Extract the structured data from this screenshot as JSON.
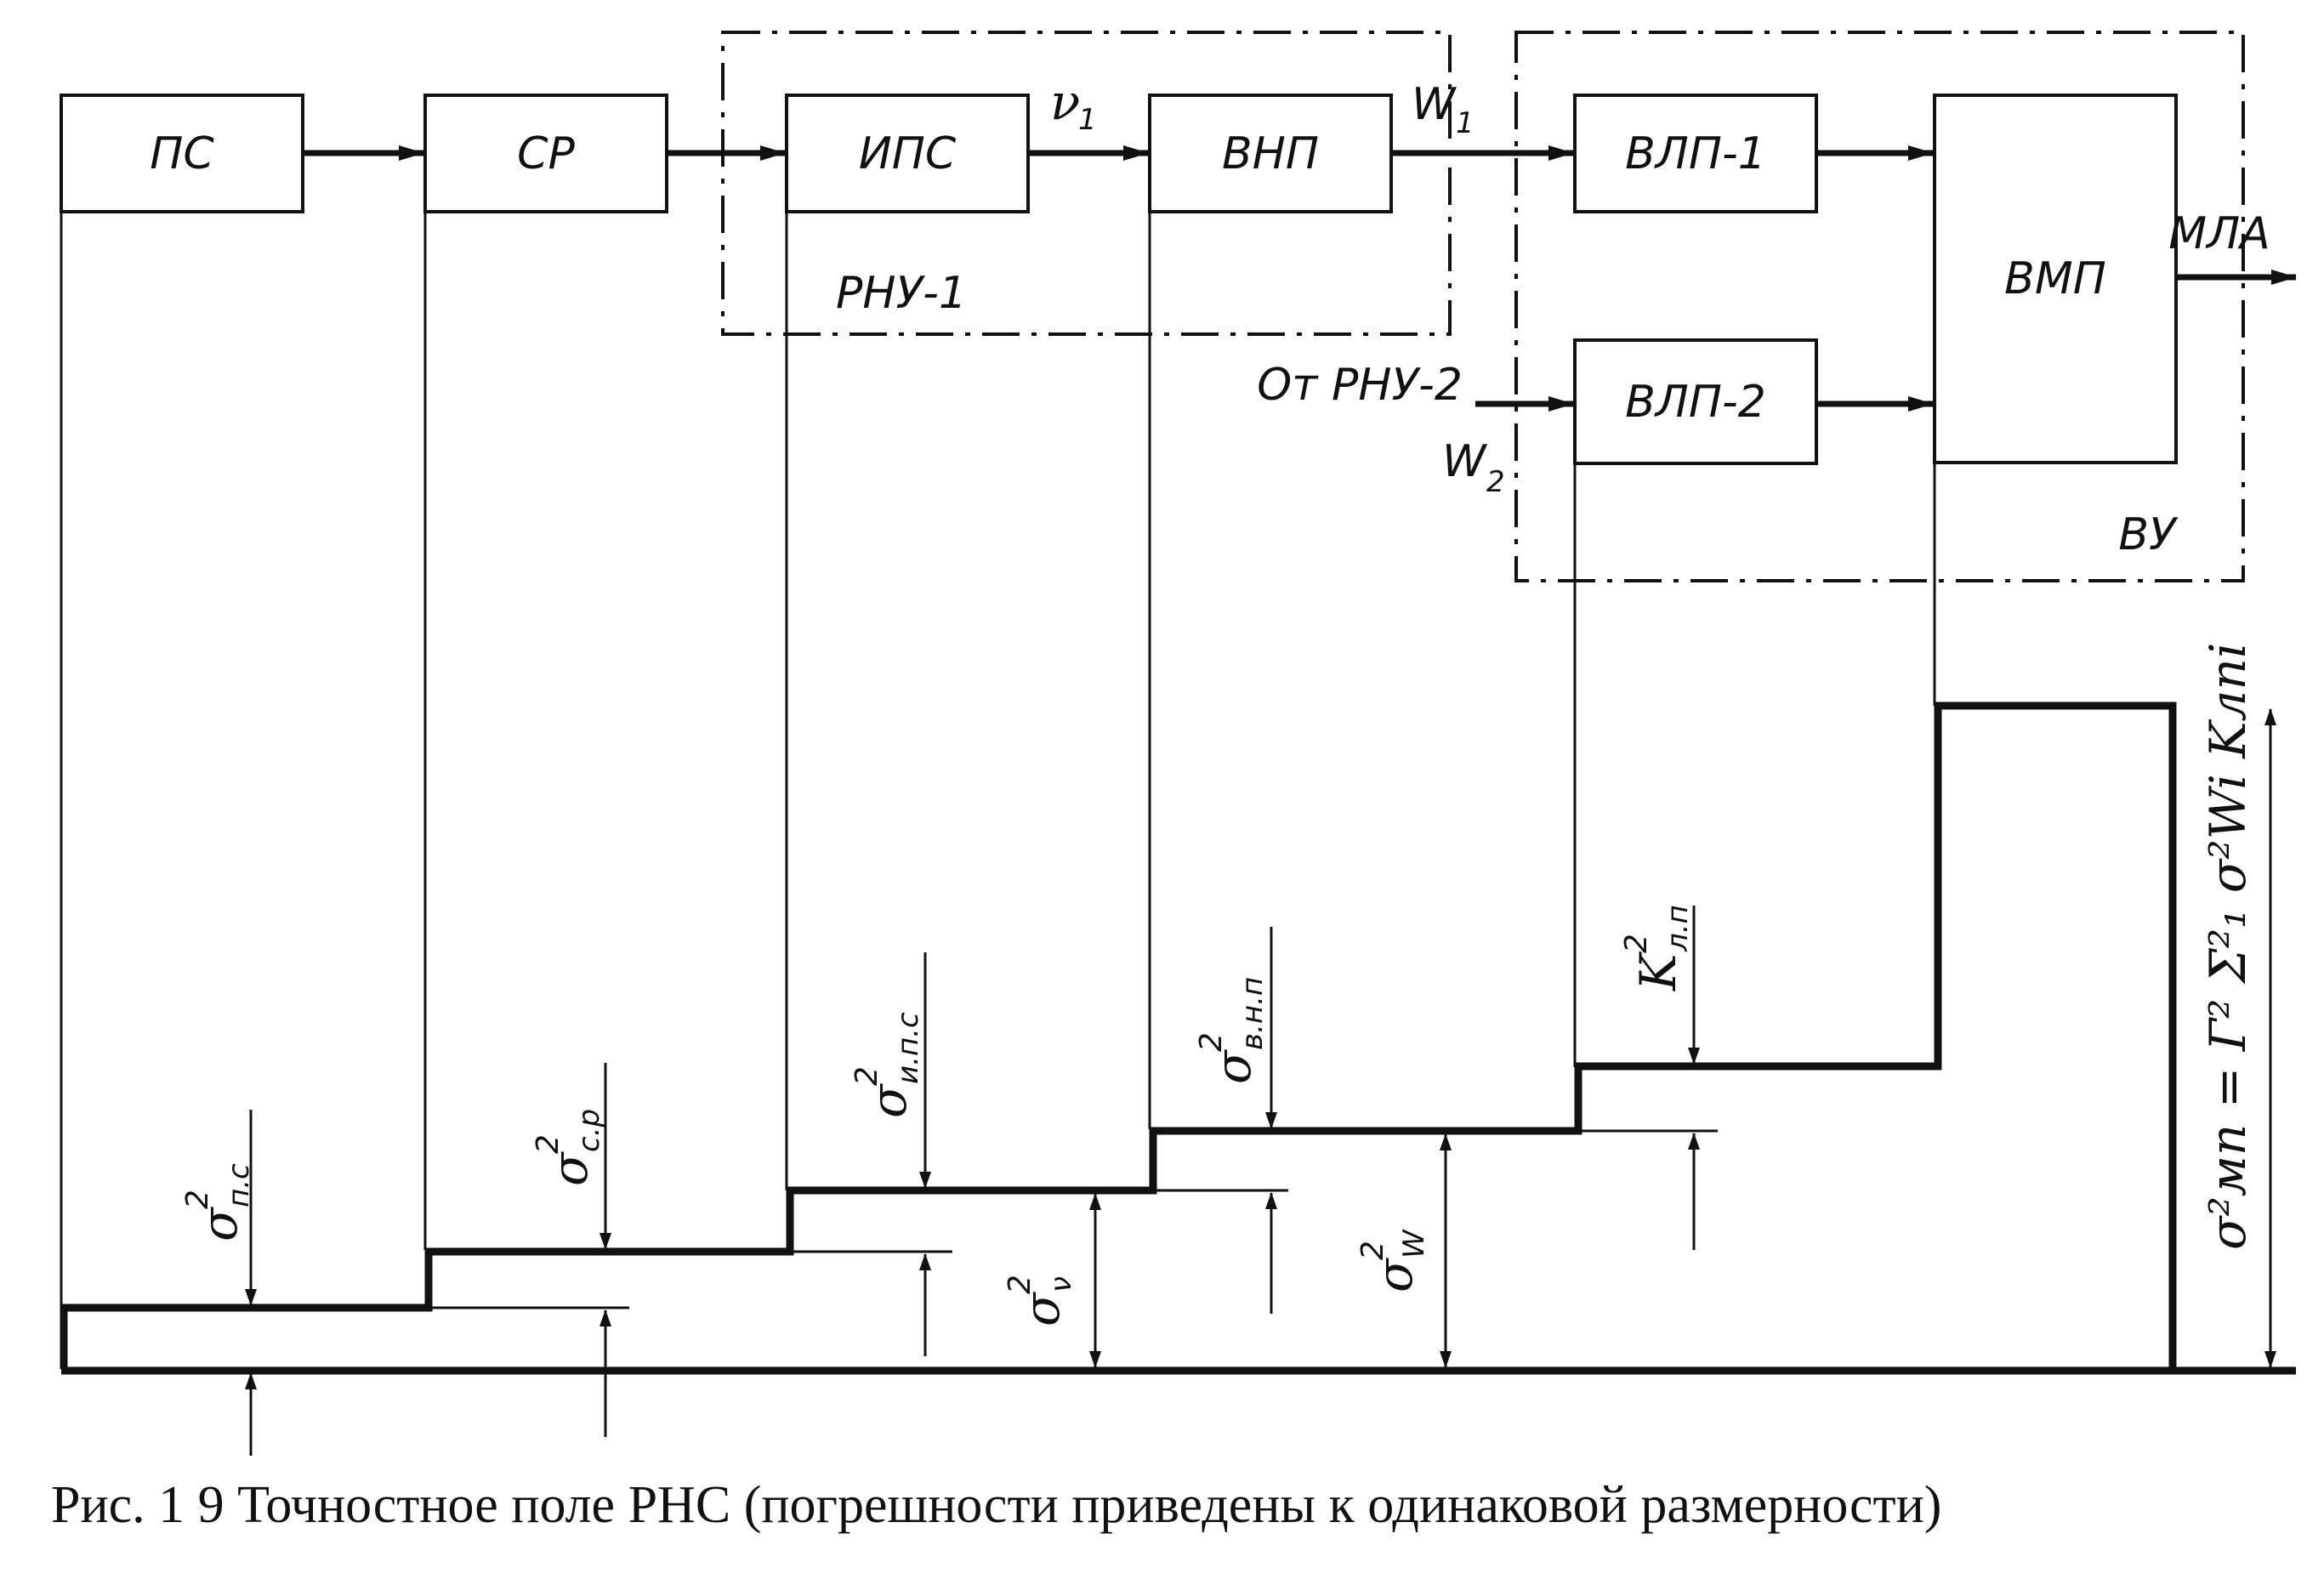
{
  "blocks": {
    "ps": "ПС",
    "sr": "СР",
    "ips": "ИПС",
    "vnp": "ВНП",
    "vlp1": "ВЛП-1",
    "vlp2": "ВЛП-2",
    "vmp": "ВМП"
  },
  "groups": {
    "rnu1": "РНУ-1",
    "vu": "ВУ"
  },
  "signals": {
    "nu1": "ν",
    "nu1_sub": "1",
    "w1": "W",
    "w1_sub": "1",
    "w2": "W",
    "w2_sub": "2",
    "from_rnu2": "От  РНУ-2",
    "mla": "МЛА"
  },
  "errors": {
    "sigma_ps": {
      "base": "σ",
      "sup": "2",
      "sub": "п.с"
    },
    "sigma_sr": {
      "base": "σ",
      "sup": "2",
      "sub": "с.р"
    },
    "sigma_ips": {
      "base": "σ",
      "sup": "2",
      "sub": "и.п.с"
    },
    "sigma_nu": {
      "base": "σ",
      "sup": "2",
      "sub": "ν"
    },
    "sigma_vnp": {
      "base": "σ",
      "sup": "2",
      "sub": "в.н.п"
    },
    "sigma_w": {
      "base": "σ",
      "sup": "2",
      "sub": "W"
    },
    "k_lp": {
      "base": "K",
      "sup": "2",
      "sub": "л.п"
    },
    "sigma_mp": "σ²мп = Г² Σ²₁ σ²Wi Kлпi"
  },
  "caption": "Рис. 1 9  Точностное поле РНС (погрешности приведены к одинаковой размерности)"
}
